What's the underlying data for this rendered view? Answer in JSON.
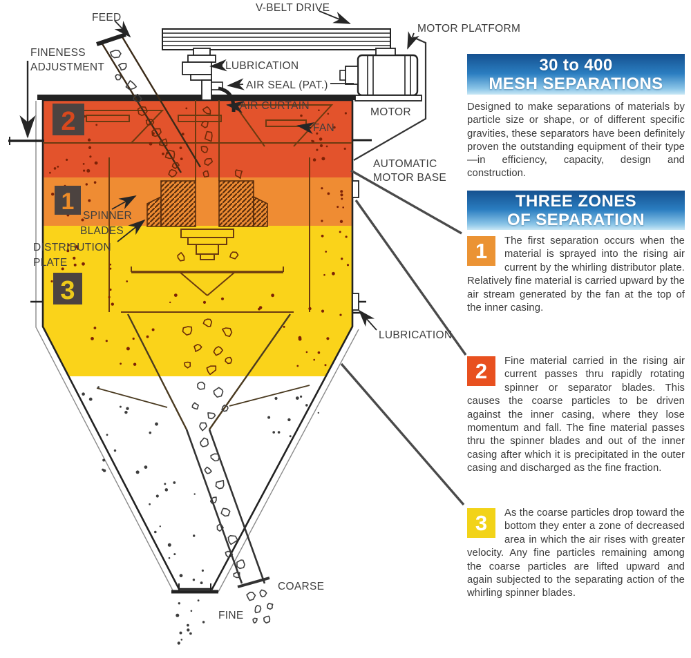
{
  "diagram": {
    "labels": {
      "feed": "FEED",
      "v_belt_drive": "V-BELT DRIVE",
      "motor_platform": "MOTOR PLATFORM",
      "fineness_1": "FINENESS",
      "fineness_2": "ADJUSTMENT",
      "lubrication_top": "LUBRICATION",
      "air_seal": "AIR SEAL (PAT.)",
      "air_curtain": "AIR CURTAIN",
      "fan": "FAN",
      "motor": "MOTOR",
      "auto_base_1": "AUTOMATIC",
      "auto_base_2": "MOTOR BASE",
      "spinner_1": "SPINNER",
      "spinner_2": "BLADES",
      "distribution_1": "DISTRIBUTION",
      "distribution_2": "PLATE",
      "lubrication_right": "LUBRICATION",
      "coarse": "COARSE",
      "fine": "FINE"
    },
    "markers": {
      "zone1": "1",
      "zone2": "2",
      "zone3": "3"
    },
    "colors": {
      "band_top": "#e3532c",
      "band_mid": "#ef8c33",
      "band_bottom": "#fad31a",
      "marker_plate": "#4c4340"
    }
  },
  "panel": {
    "mesh_header": {
      "line1": "30 to 400",
      "line2": "MESH SEPARATIONS"
    },
    "intro": "Designed to make separations of materials by particle size or shape, or of different specific gravities, these separators have been definitely proven the outstanding equipment of their type—in efficiency, capacity, design and construction.",
    "zones_header": {
      "line1": "THREE ZONES",
      "line2": "OF SEPARATION"
    },
    "zones": [
      {
        "number": "1",
        "text": "The first separation occurs when the material is sprayed into the rising air current by the whirling distributor plate. Relatively fine material is carried upward by the air stream generated by the fan at the top of the inner casing."
      },
      {
        "number": "2",
        "text": "Fine material carried in the rising air current passes thru rapidly rotating spinner or separator blades. This causes the coarse particles to be driven against the inner casing, where they lose momentum and fall. The fine material passes thru the spinner blades and out of the inner casing after which it is precipitated in the outer casing and discharged as the fine fraction."
      },
      {
        "number": "3",
        "text": "As the coarse particles drop toward the bottom they enter a zone of decreased area in which the air rises with greater velocity. Any fine particles remaining among the coarse particles are lifted upward and again subjected to the separating action of the whirling spinner blades."
      }
    ],
    "colors": {
      "header_blue_top": "#15508f",
      "header_blue_bottom": "#c9e7f5",
      "zone1_badge": "#eb9334",
      "zone2_badge": "#e8501f",
      "zone3_badge": "#f2d318"
    }
  }
}
